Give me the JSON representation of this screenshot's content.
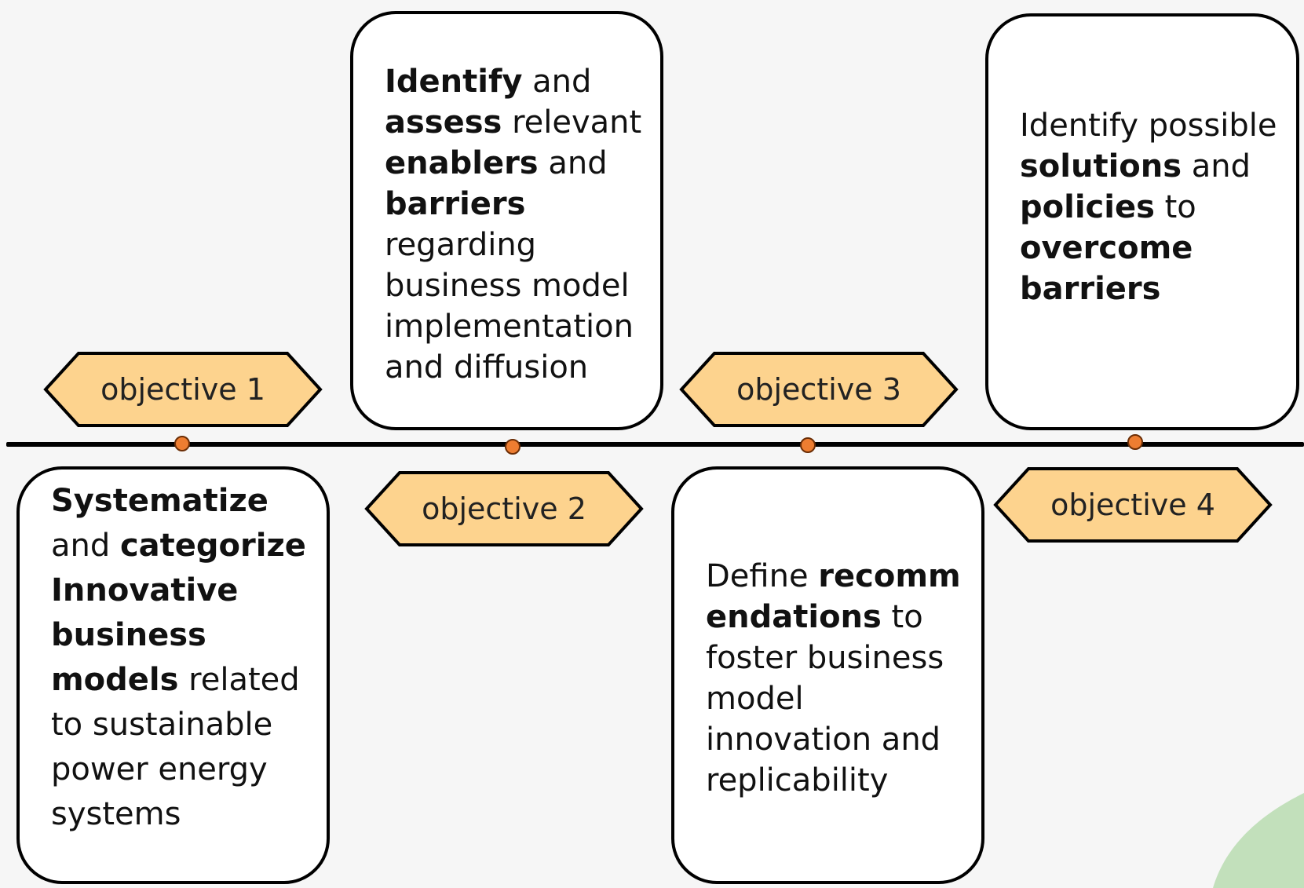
{
  "colors": {
    "background": "#f6f6f6",
    "line": "#000000",
    "marker_fill": "#ed7d31",
    "tag_fill": "#fdd38e",
    "card_fill": "#ffffff",
    "leaf": "#b8dcb0"
  },
  "objectives": [
    {
      "label": "objective 1",
      "description": [
        {
          "text": "Systematize",
          "bold": true
        },
        {
          "text": " and ",
          "bold": false
        },
        {
          "text": "categorize Innovative business models",
          "bold": true
        },
        {
          "text": " related to sustainable power energy systems",
          "bold": false
        }
      ]
    },
    {
      "label": "objective 2",
      "description": [
        {
          "text": "Identify",
          "bold": true
        },
        {
          "text": " and ",
          "bold": false
        },
        {
          "text": "assess",
          "bold": true
        },
        {
          "text": " relevant ",
          "bold": false
        },
        {
          "text": "enablers",
          "bold": true
        },
        {
          "text": " and ",
          "bold": false
        },
        {
          "text": "barriers",
          "bold": true
        },
        {
          "text": " regarding business model implementation and diffusion",
          "bold": false
        }
      ]
    },
    {
      "label": "objective 3",
      "description": [
        {
          "text": "Define ",
          "bold": false
        },
        {
          "text": "recommendations",
          "bold": true
        },
        {
          "text": " to foster business model innovation and replicability",
          "bold": false
        }
      ]
    },
    {
      "label": "objective 4",
      "description": [
        {
          "text": "Identify possible ",
          "bold": false
        },
        {
          "text": "solutions",
          "bold": true
        },
        {
          "text": " and ",
          "bold": false
        },
        {
          "text": "policies",
          "bold": true
        },
        {
          "text": " to ",
          "bold": false
        },
        {
          "text": "overcome barriers",
          "bold": true
        }
      ]
    }
  ]
}
